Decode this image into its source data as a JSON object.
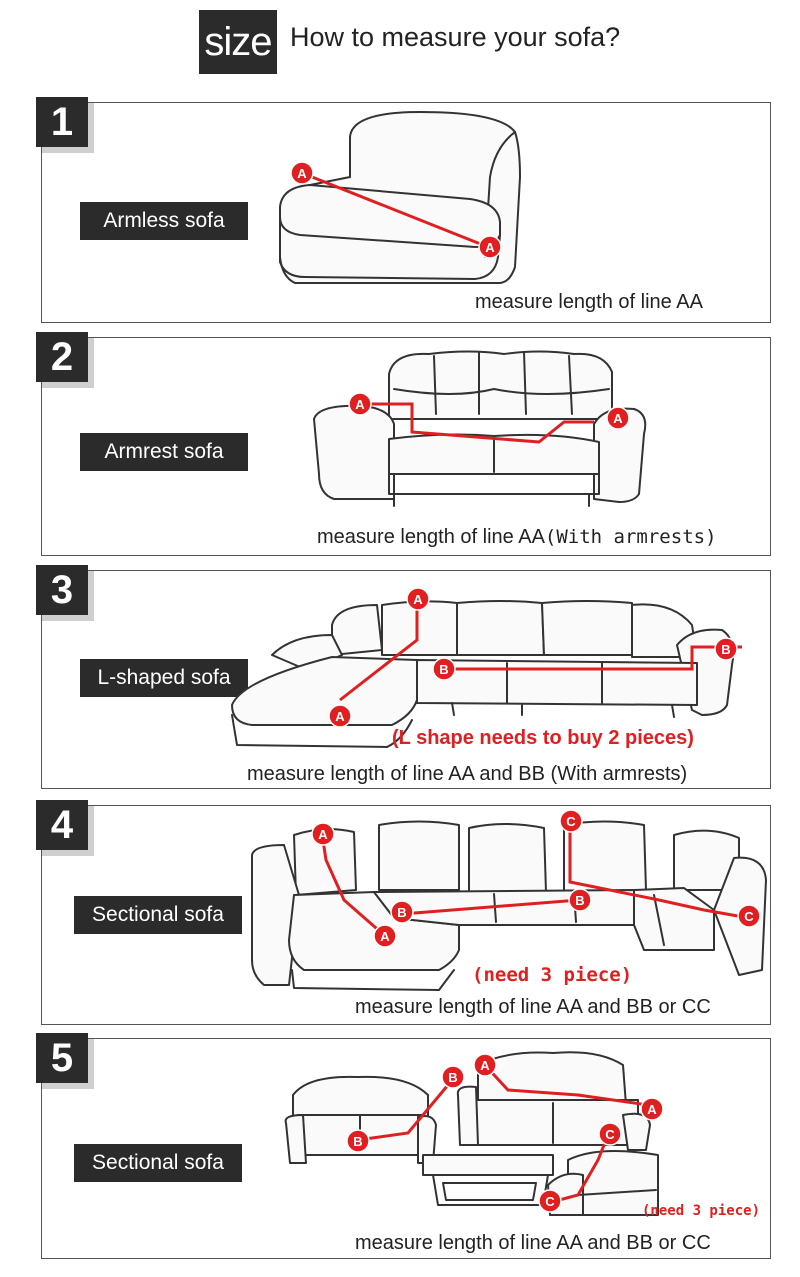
{
  "header": {
    "badge": "size",
    "title": "How to measure your sofa?"
  },
  "panels": [
    {
      "number": "1",
      "label": "Armless sofa",
      "caption": "measure length of line AA"
    },
    {
      "number": "2",
      "label": "Armrest sofa",
      "caption_main": "measure length of line AA",
      "caption_extra": "(With armrests)"
    },
    {
      "number": "3",
      "label": "L-shaped sofa",
      "note": "(L shape needs to buy 2 pieces)",
      "caption": "measure length of line AA and BB (With armrests)"
    },
    {
      "number": "4",
      "label": "Sectional sofa",
      "note": "(need 3 piece)",
      "caption": "measure length of line AA and BB or CC"
    },
    {
      "number": "5",
      "label": "Sectional sofa",
      "note": "(need 3 piece)",
      "caption": "measure length of line AA and BB or CC"
    }
  ],
  "markers": {
    "a": "A",
    "b": "B",
    "c": "C"
  },
  "colors": {
    "accent": "#e02020",
    "dark": "#2b2b2b"
  }
}
